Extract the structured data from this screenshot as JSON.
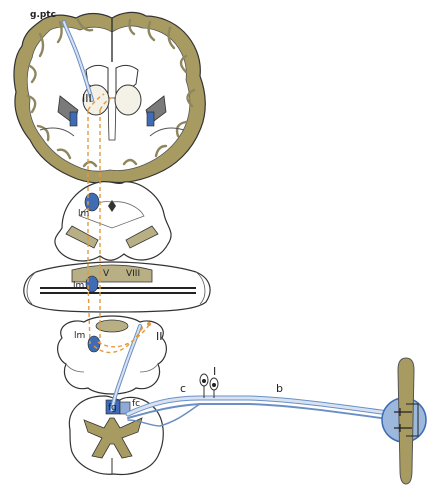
{
  "colors": {
    "tissue": "#E2DCC2",
    "tissue_dark": "#B8AF84",
    "gray_matter": "#A79B62",
    "white_bg": "#FFFFFF",
    "nucleus": "#3F6CB4",
    "nucleus_light": "#8EAAD8",
    "pathway_blue": "#9CB8DC",
    "pathway_orange": "#E39A3F",
    "outline": "#333333"
  },
  "labels": {
    "cortex": "g.ptc",
    "thalamus": "III",
    "midbrain_nucleus": "lm",
    "pons_nucleus": "lm",
    "pons_nerve_v": "V",
    "pons_nerve_viii": "VIII",
    "medulla_nucleus": "lm",
    "medulla_relay": "II",
    "ganglion": "I",
    "segment_c": "c",
    "segment_b": "b",
    "spinal_dorsal_column": "fg",
    "spinal_fc": "fc"
  }
}
